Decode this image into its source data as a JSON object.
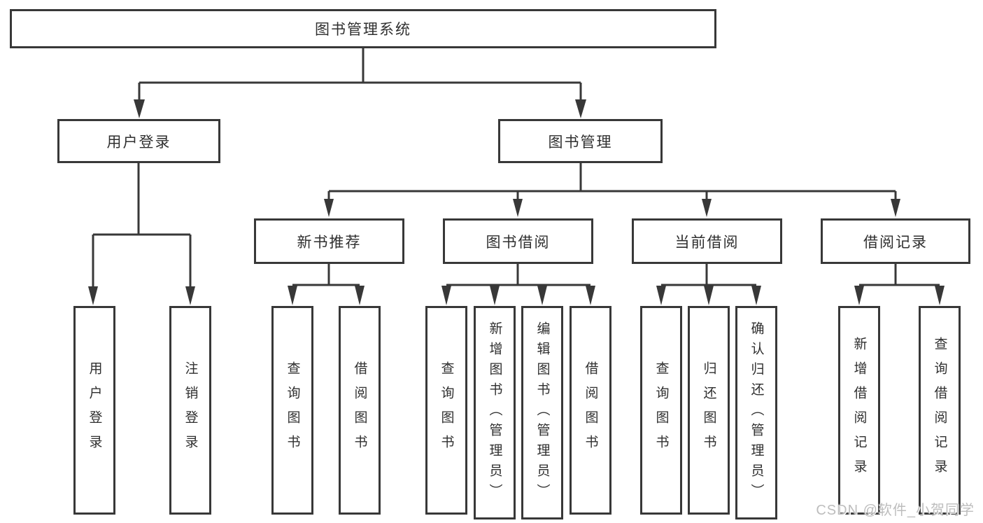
{
  "tree": {
    "label": "图书管理系统",
    "children": [
      {
        "label": "用户登录",
        "children": [
          {
            "label": "用户登录"
          },
          {
            "label": "注销登录"
          }
        ]
      },
      {
        "label": "图书管理",
        "children": [
          {
            "label": "新书推荐",
            "children": [
              {
                "label": "查询图书"
              },
              {
                "label": "借阅图书"
              }
            ]
          },
          {
            "label": "图书借阅",
            "children": [
              {
                "label": "查询图书"
              },
              {
                "label": "新增图书（管理员）"
              },
              {
                "label": "编辑图书（管理员）"
              },
              {
                "label": "借阅图书"
              }
            ]
          },
          {
            "label": "当前借阅",
            "children": [
              {
                "label": "查询图书"
              },
              {
                "label": "归还图书"
              },
              {
                "label": "确认归还（管理员）"
              }
            ]
          },
          {
            "label": "借阅记录",
            "children": [
              {
                "label": "新增借阅记录"
              },
              {
                "label": "查询借阅记录"
              }
            ]
          }
        ]
      }
    ]
  },
  "watermark": {
    "text": "CSDN @软件_小贺同学"
  },
  "colors": {
    "line": "#383838",
    "text": "#2f2f2f",
    "box_background": "#ffffff",
    "watermark": "#bdbdbd"
  }
}
